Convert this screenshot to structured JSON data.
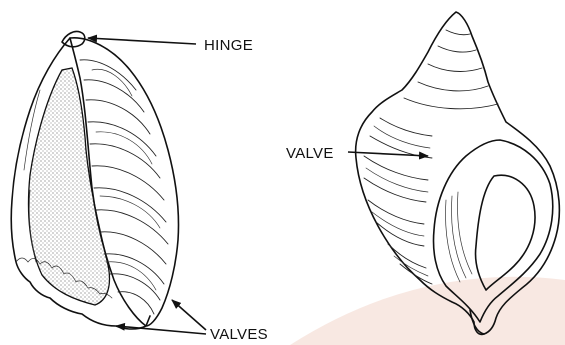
{
  "labels": {
    "hinge": "HINGE",
    "valve": "VALVE",
    "valves": "VALVES"
  },
  "colors": {
    "ink": "#111111",
    "watermark": "#f7e6df"
  }
}
